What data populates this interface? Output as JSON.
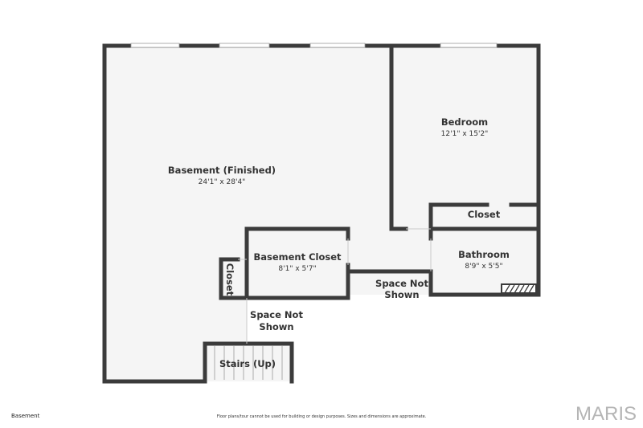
{
  "rooms": {
    "basement": {
      "name": "Basement (Finished)",
      "dims": "24'1\" x 28'4\""
    },
    "bedroom": {
      "name": "Bedroom",
      "dims": "12'1\" x 15'2\""
    },
    "closet_right": {
      "name": "Closet"
    },
    "bathroom": {
      "name": "Bathroom",
      "dims": "8'9\" x 5'5\""
    },
    "basement_closet": {
      "name": "Basement Closet",
      "dims": "8'1\" x 5'7\""
    },
    "closet_left": {
      "name": "Closet"
    },
    "space_not_shown_1": {
      "line1": "Space Not",
      "line2": "Shown"
    },
    "space_not_shown_2": {
      "line1": "Space Not",
      "line2": "Shown"
    },
    "stairs": {
      "name": "Stairs (Up)"
    }
  },
  "footer": {
    "level": "Basement",
    "disclaimer": "Floor plans/tour cannot be used for building or design purposes. Sizes and dimensions are approximate.",
    "brand": "MARIS"
  },
  "colors": {
    "wall": "#3b3b3b",
    "floor": "#f5f5f5",
    "brand": "#b5b5b5"
  }
}
